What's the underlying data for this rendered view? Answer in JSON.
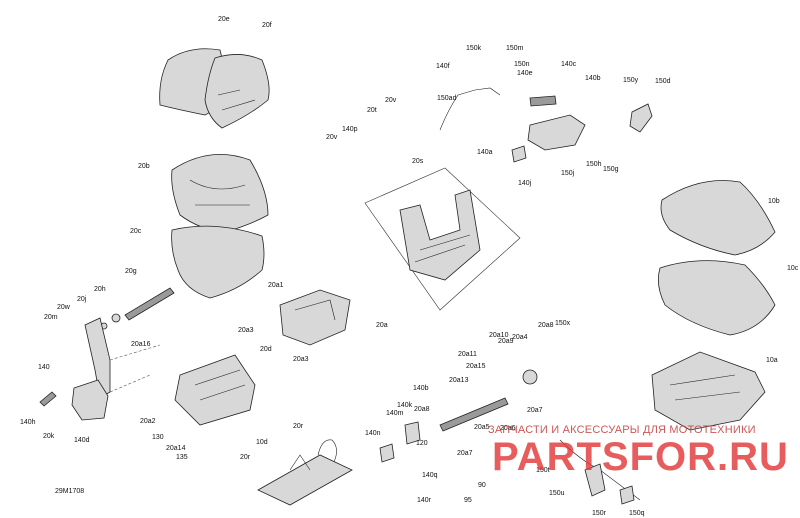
{
  "diagram_code": "29M1708",
  "watermark": {
    "line1": "ЗАПЧАСТИ И АКСЕССУАРЫ ДЛЯ МОТОТЕХНИКИ",
    "line2": "PARTSFOR.RU"
  },
  "labels": [
    "20e",
    "20f",
    "150k",
    "150m",
    "150n",
    "140e",
    "140c",
    "140f",
    "150ad",
    "140b",
    "150y",
    "150d",
    "20t",
    "20v",
    "140p",
    "20v",
    "20s",
    "140a",
    "140j",
    "150j",
    "150h",
    "150g",
    "20b",
    "20c",
    "10b",
    "10c",
    "20g",
    "20h",
    "20j",
    "20w",
    "20m",
    "20a16",
    "140",
    "140h",
    "20k",
    "140d",
    "20a1",
    "20a3",
    "20d",
    "20a3",
    "20a",
    "20a2",
    "130",
    "20a14",
    "135",
    "10d",
    "20r",
    "20r",
    "20a8",
    "150x",
    "20a10",
    "20a9",
    "20a4",
    "20a11",
    "20a15",
    "20a13",
    "140b",
    "140k",
    "20a8",
    "140m",
    "20a5",
    "20a6",
    "20a7",
    "140n",
    "120",
    "20a7",
    "140q",
    "90",
    "140r",
    "95",
    "10a",
    "150t",
    "150u",
    "150r",
    "150q"
  ]
}
